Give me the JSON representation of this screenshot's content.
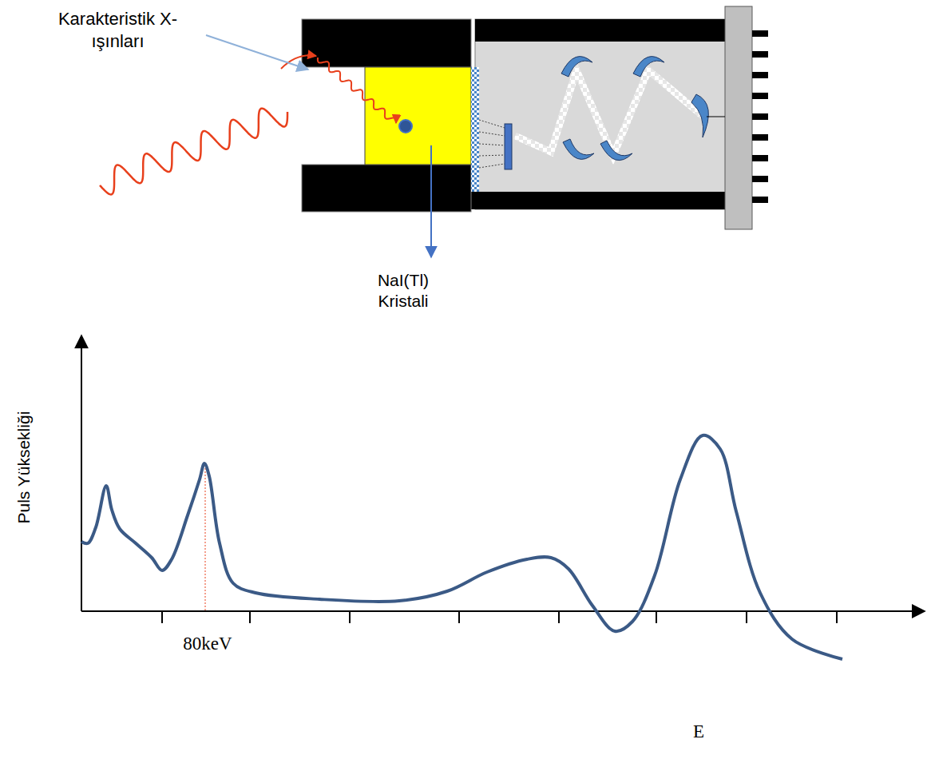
{
  "diagram": {
    "labels": [
      "Karakteristik X-ışınları",
      "NaI(Tl) Kristali",
      "Puls Yüksekliği",
      "80keV",
      "E"
    ]
  }
}
